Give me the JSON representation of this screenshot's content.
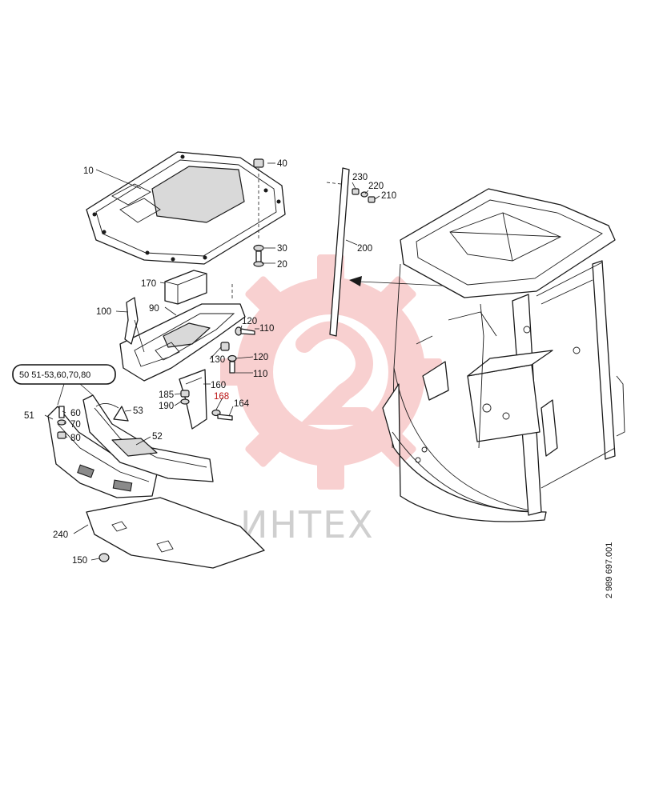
{
  "labels": {
    "p10": "10",
    "p20": "20",
    "p30": "30",
    "p40": "40",
    "p50": "50",
    "p51": "51",
    "p52": "52",
    "p53": "53",
    "p60": "60",
    "p70": "70",
    "p80": "80",
    "p90": "90",
    "p100": "100",
    "p110a": "110",
    "p110b": "110",
    "p120a": "120",
    "p120b": "120",
    "p130": "130",
    "p150": "150",
    "p160": "160",
    "p164": "164",
    "p168": "168",
    "p170": "170",
    "p185": "185",
    "p190": "190",
    "p200": "200",
    "p210": "210",
    "p220": "220",
    "p230": "230",
    "p240": "240"
  },
  "group_label": "50 51-53,60,70,80",
  "watermark": {
    "text": "ИНТЕХ",
    "color": "#e85a5a"
  },
  "document_number": "2 989 697.001"
}
